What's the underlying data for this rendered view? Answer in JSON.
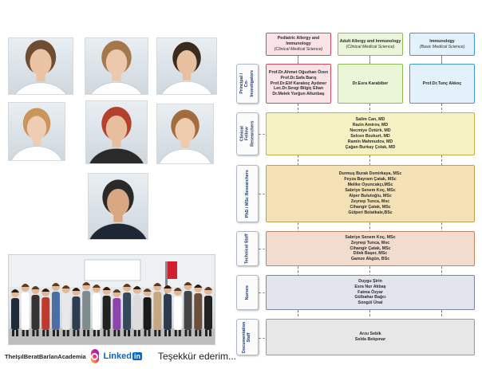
{
  "photos": [
    {
      "name": "portrait-man-1",
      "shirt": "#ffffff",
      "hair": "#6e4d33",
      "skin": "#e9c3a3"
    },
    {
      "name": "portrait-woman-1",
      "shirt": "#ffffff",
      "hair": "#a4784a",
      "skin": "#ecc9ac"
    },
    {
      "name": "portrait-man-2",
      "shirt": "#ffffff",
      "hair": "#3b2a1e",
      "skin": "#e7c0a0"
    },
    {
      "name": "portrait-woman-2",
      "shirt": "#ffffff",
      "hair": "#c8955a",
      "skin": "#efcdb2"
    },
    {
      "name": "portrait-woman-3",
      "shirt": "#2a2a2a",
      "hair": "#b3412e",
      "skin": "#e8bf9e"
    },
    {
      "name": "portrait-woman-4",
      "shirt": "#ffffff",
      "hair": "#a26c3e",
      "skin": "#efcbad"
    },
    {
      "name": "portrait-man-3",
      "shirt": "#1e2733",
      "hair": "#2a2a2a",
      "skin": "#d9a882"
    }
  ],
  "footer": {
    "handle": "TheIşılBeratBarlanAcademia",
    "linkedin_word": "Linked",
    "linkedin_in": "in",
    "thanks": "Teşekkür ederim..."
  },
  "chart": {
    "headers": [
      {
        "title": "Pediatric Allergy and Immunology",
        "subtitle": "(Clinical Medical Science)"
      },
      {
        "title": "Adult Allergy and Immunology",
        "subtitle": "(Clinical Medical Science)"
      },
      {
        "title": "Immunology",
        "subtitle": "(Basic Medical Science)"
      }
    ],
    "row_labels": {
      "pi": "Principal / Co-Investigators",
      "fellow": "Clinical Fellow Researchers",
      "phd": "PhD / MSc Researchers",
      "tech": "Technical Staff",
      "nurses": "Nurses",
      "doc": "Documentation Staff"
    },
    "pi_peds": [
      "Prof.Dr.Ahmet Oğuzhan Özen",
      "Prof.Dr.Safa Barış",
      "Prof.Dr.Elif Karakoç Aydıner",
      "Lec.Dr.Sevgi Bilgiç Eltan",
      "Dr.Melek Yorğun Altunbaş"
    ],
    "pi_adult": "Dr.Esra Karabiber",
    "pi_immuno": "Prof.Dr.Tunç Akkoç",
    "fellows": [
      "Salim Can, MD",
      "Razin Amirov, MD",
      "Necmiye Öztürk, MD",
      "Selcen Bozkurt, MD",
      "Ramin Mahmudov, MD",
      "Çağan Burkay Çolak, MD"
    ],
    "phd": [
      "Durmuş Burak Demirkaya, MSc",
      "Feyza Bayram Çatak, MSc",
      "Melike Oyuncakçı,MSc",
      "Sabriye Senem Koç, MSc",
      "Alper Bulutoğlu, MSc",
      "Zeynep Tunca, Msc",
      "Cihangir Çatak, MSc",
      "Gülperi Bolatkale,BSc"
    ],
    "tech": [
      "Sabriye Senem Koç, MSc",
      "Zeynep Tunca, Msc",
      "Cihangir Çatak, MSc",
      "Dilek Başer, MSc",
      "Gamze Akgün, BSc"
    ],
    "nurses": [
      "Duygu Şirin",
      "Esra Nur Akbaş",
      "Fatma Özyar",
      "Gülbahar Bağcı",
      "Songül Ünal"
    ],
    "doc": [
      "Arzu Sebik",
      "Selda Bekpınar"
    ]
  }
}
